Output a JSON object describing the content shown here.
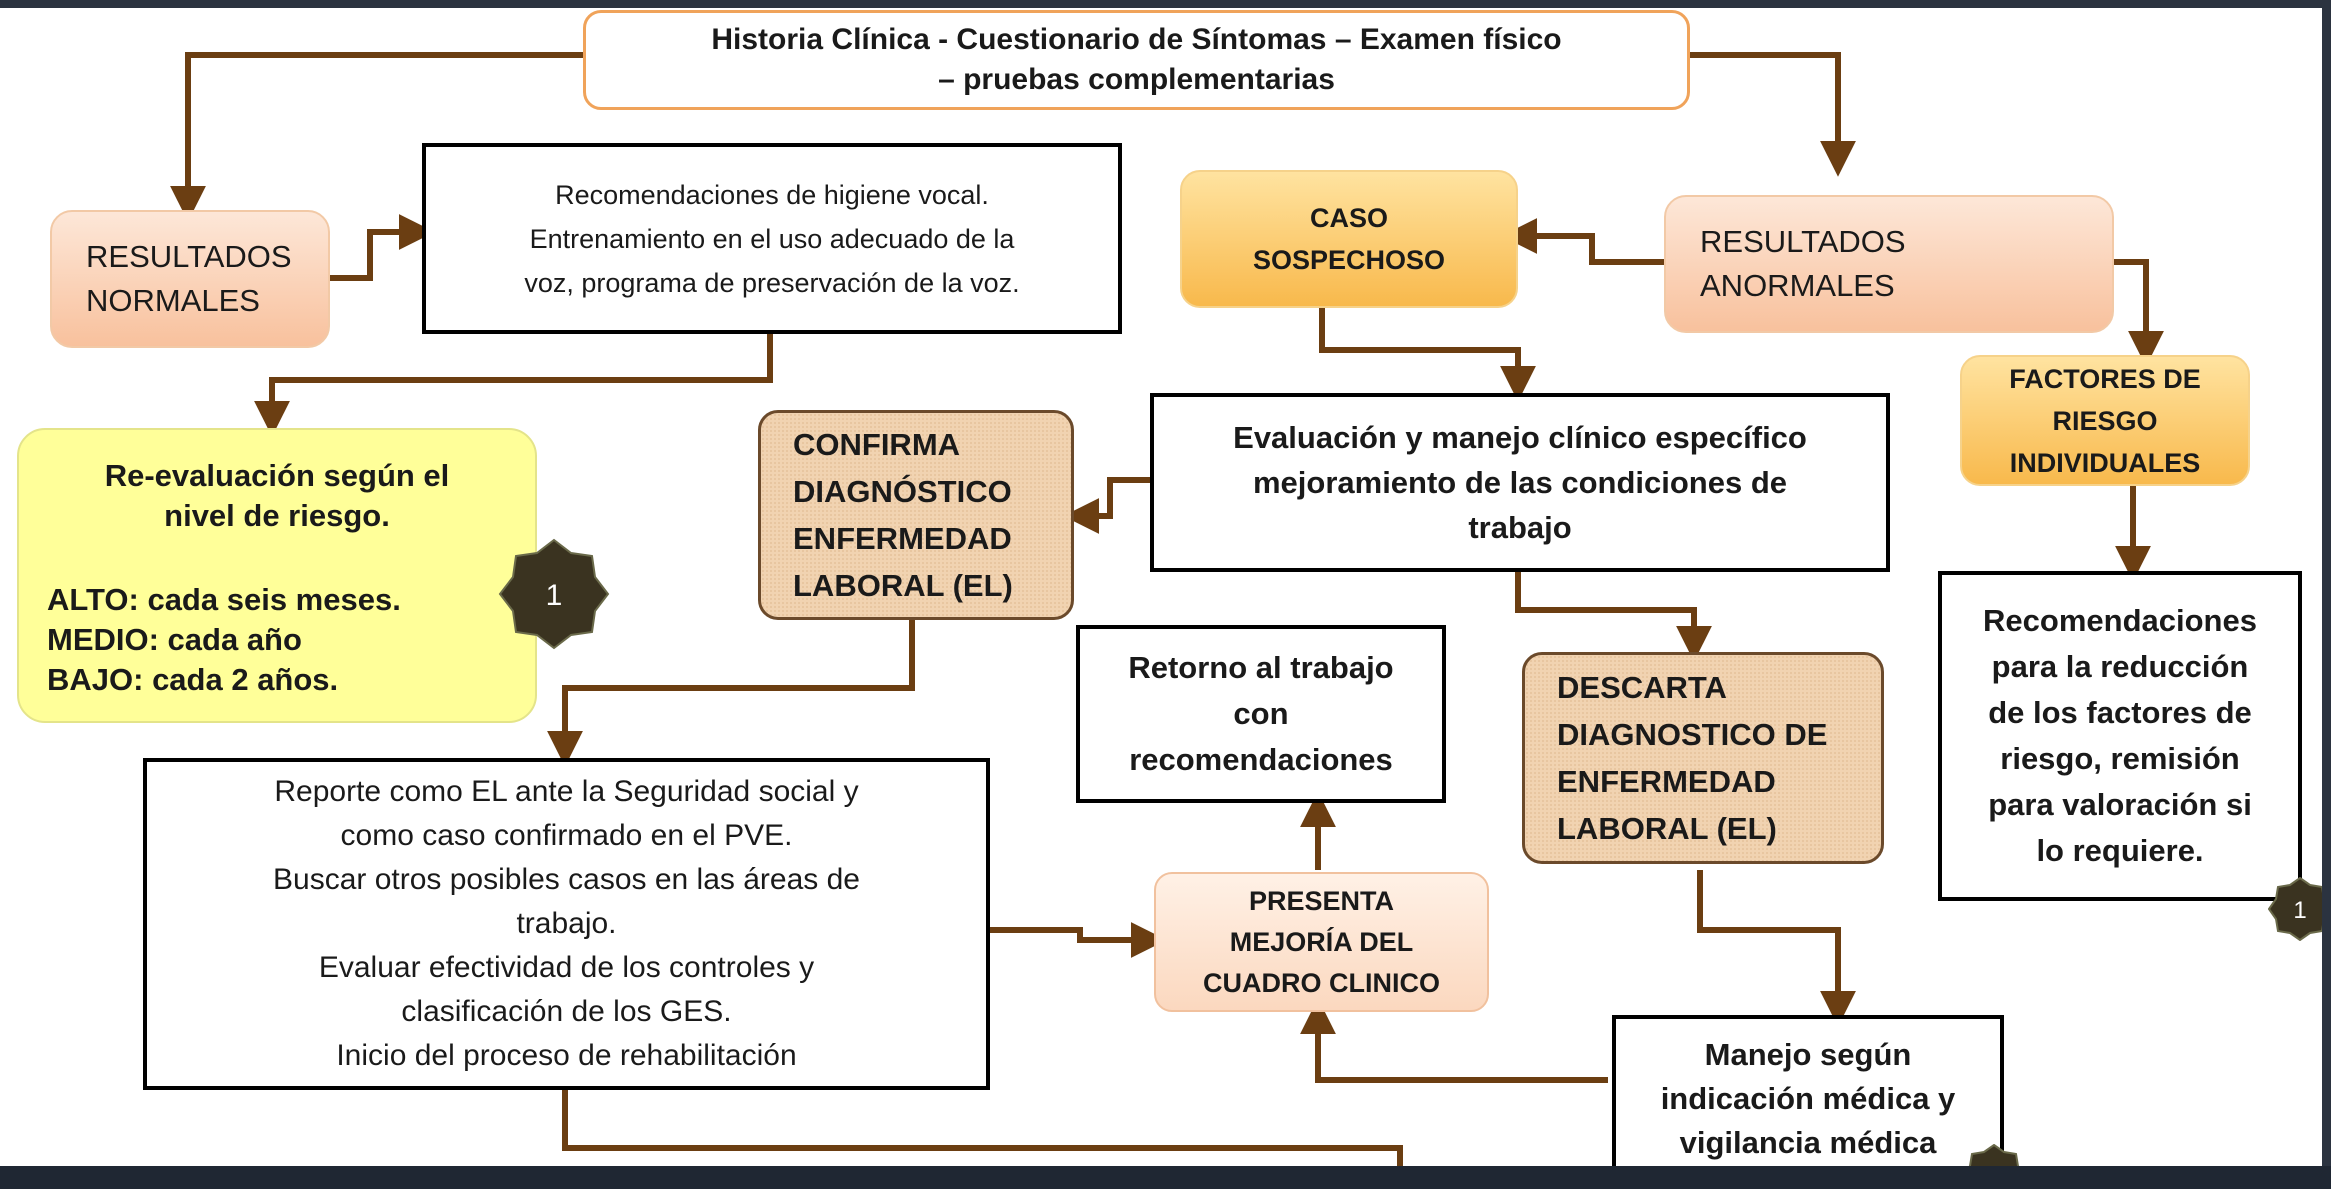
{
  "diagram": {
    "title": "Historia Clínica - Cuestionario de Síntomas – Examen físico\n– pruebas complementarias",
    "resultados_normales": "RESULTADOS\nNORMALES",
    "resultados_anormales": "RESULTADOS\nANORMALES",
    "recomendaciones_higiene": "Recomendaciones de higiene vocal.\nEntrenamiento en el uso adecuado de la\nvoz, programa de preservación de la voz.",
    "caso_sospechoso": "CASO\nSOSPECHOSO",
    "factores_riesgo": "FACTORES DE\nRIESGO\nINDIVIDUALES",
    "reevaluacion_title": "Re-evaluación según el\nnivel de riesgo.",
    "reevaluacion_alto": "ALTO: cada seis meses.",
    "reevaluacion_medio": "MEDIO: cada año",
    "reevaluacion_bajo": "BAJO: cada 2 años.",
    "confirma_diagnostico": "CONFIRMA\nDIAGNÓSTICO\nENFERMEDAD\nLABORAL (EL)",
    "evaluacion_manejo": "Evaluación y manejo clínico específico\nmejoramiento de las condiciones de\ntrabajo",
    "recomendaciones_reduccion": "Recomendaciones\npara la reducción\nde los factores de\nriesgo, remisión\npara valoración si\nlo requiere.",
    "retorno_trabajo": "Retorno al trabajo\ncon\nrecomendaciones",
    "descarta_diagnostico": "DESCARTA\nDIAGNOSTICO DE\nENFERMEDAD\nLABORAL (EL)",
    "reporte": "Reporte como EL ante la Seguridad social y\ncomo caso confirmado en el PVE.\nBuscar otros posibles casos en las áreas de\ntrabajo.\nEvaluar efectividad de los controles y\nclasificación de los GES.\nInicio del proceso de rehabilitación",
    "presenta_mejoria": "PRESENTA\nMEJORÍA DEL\nCUADRO CLINICO",
    "manejo_indicacion": "Manejo según\nindicación médica y\nvigilancia médica\nsegún nivel de riesgo",
    "badge_label": "1",
    "colors": {
      "arrow": "#6b3e12",
      "gold": "#f8b94c",
      "peach": "#f8c19d",
      "yellow": "#ffff99",
      "tan": "#f1d3b1",
      "badge": "#3a3320"
    }
  }
}
